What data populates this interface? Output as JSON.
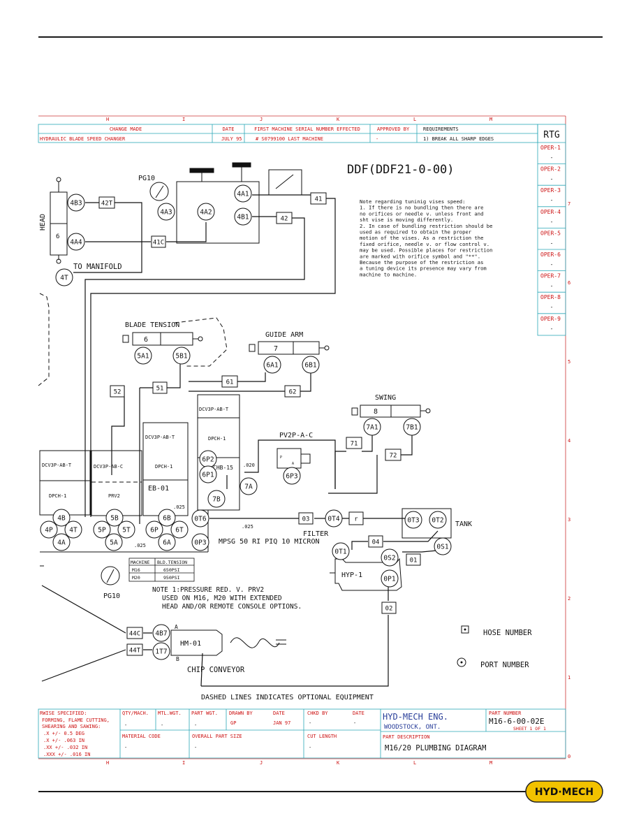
{
  "logo_text": "HYD·MECH",
  "grid_letters": [
    "H",
    "I",
    "J",
    "K",
    "L",
    "M"
  ],
  "grid_numbers": [
    "7",
    "6",
    "5",
    "4",
    "3",
    "2",
    "1",
    "0"
  ],
  "revision": {
    "headers": [
      "CHANGE MADE",
      "DATE",
      "FIRST MACHINE SERIAL NUMBER EFFECTED",
      "APPROVED BY",
      "REQUIREMENTS"
    ],
    "row": [
      "HYDRAULIC BLADE SPEED CHANGER",
      "JULY 95",
      "# S0799100 LAST MACHINE",
      "-",
      "1) BREAK ALL SHARP EDGES"
    ]
  },
  "rtg": {
    "title": "RTG",
    "items": [
      "OPER-1",
      "OPER-2",
      "OPER-3",
      "OPER-4",
      "OPER-5",
      "OPER-6",
      "OPER-7",
      "OPER-8",
      "OPER-9"
    ],
    "dash": "-"
  },
  "drawing_title": "DDF(DDF21-0-00)",
  "note_lines": [
    "Note regarding tuninig vises speed:",
    "1. If there is no bundling then there are",
    "no orifices or needle v. unless front and",
    "sht vise is moving differently.",
    "2. In case of bundling restriction should be",
    "used as required to obtain the proper",
    "motion of the vises. As a restriction the",
    "fixed orifice, needle v. or flow control v.",
    "may be used. Possible places for restriction",
    "are marked with orifice symbol and \"**\".",
    "Because the purpose of the restriction as",
    "a tuning device its presence may vary from",
    "machine to machine."
  ],
  "labels": {
    "pg10": "PG10",
    "head": "HEAD",
    "to_manifold": "TO MANIFOLD",
    "blade_tension": "BLADE TENSION",
    "guide_arm": "GUIDE ARM",
    "swing": "SWING",
    "pv2p": "PV2P-A-C",
    "chb15": "CHB-15",
    "eb01": "EB-01",
    "tank": "TANK",
    "filter": "FILTER",
    "mpsg": "MPSG 50 RI PIQ 10 MICRON",
    "hyp1": "HYP-1",
    "hm01": "HM-01",
    "chip_conveyor": "CHIP CONVEYOR",
    "a": "A",
    "b": "B",
    "p": "P",
    "a_small": "A",
    "orifice1": ".025",
    "orifice2": ".025",
    "orifice3": ".025",
    "orifice4": ".020",
    "dashed": "DASHED LINES INDICATES OPTIONAL EQUIPMENT",
    "hose_number": "HOSE NUMBER",
    "port_number": "PORT NUMBER",
    "dcv_a": "DCV3P-AB-T",
    "dpch_a": "DPCH-1",
    "dcv_b": "DCV3P-AB-C",
    "prv2": "PRV2",
    "dcv_c": "DCV3P-AB-T",
    "dpch_c": "DPCH-1",
    "dcv_d": "DCV3P-AB-T",
    "dpch_d": "DPCH-1",
    "note1_a": "NOTE 1:PRESSURE RED. V. PRV2",
    "note1_b": "USED ON M16, M20 WITH EXTENDED",
    "note1_c": "HEAD AND/OR REMOTE CONSOLE OPTIONS.",
    "cyl_6a": "6",
    "cyl_6b": "6",
    "cyl_7": "7",
    "cyl_8": "8"
  },
  "tension_table": {
    "headers": [
      "MACHINE",
      "BLD.TENSION"
    ],
    "rows": [
      [
        "M16",
        "650PSI"
      ],
      [
        "M20",
        "950PSI"
      ]
    ]
  },
  "ports": [
    "4B3",
    "4A4",
    "4T",
    "4A3",
    "4A2",
    "4A1",
    "4B1",
    "5A1",
    "5B1",
    "6A1",
    "6B1",
    "7A1",
    "7B1",
    "6P2",
    "6P1",
    "6P3",
    "7A",
    "7B",
    "4B",
    "4P",
    "4T",
    "4A",
    "5B",
    "5P",
    "5T",
    "5A",
    "6B",
    "6P",
    "6T",
    "6A",
    "0T6",
    "0P3",
    "0T4",
    "0T3",
    "0T2",
    "0T1",
    "0S2",
    "0S1",
    "0P1",
    "4B7",
    "1T7"
  ],
  "hoses": [
    "42T",
    "41C",
    "41",
    "42",
    "52",
    "51",
    "61",
    "62",
    "71",
    "72",
    "03",
    "04",
    "01",
    "02",
    "44C",
    "44T",
    "r"
  ],
  "title_block": {
    "tolerance_title": "RWISE SPECIFIED:",
    "tolerance_lines": [
      "FORMING, FLAME CUTTING,",
      "SHEARING AND SAWING:",
      ".X      +/- 0.5 DEG",
      ".X      +/- .063 IN",
      ".XX     +/- .032 IN",
      ".XXX    +/- .016 IN"
    ],
    "qty_label": "QTY/MACH.",
    "qty": "-",
    "mtl_wgt_label": "MTL.WGT.",
    "mtl_wgt": "-",
    "part_wgt_label": "PART WGT.",
    "part_wgt": "-",
    "drawn_by_label": "DRAWN BY",
    "drawn_by": "GP",
    "date_label": "DATE",
    "date": "JAN 97",
    "chkd_by_label": "CHKD BY",
    "chkd_by": "-",
    "date2_label": "DATE",
    "date2": "-",
    "company": "HYD-MECH ENG.",
    "location": "WOODSTOCK, ONT.",
    "part_number_label": "PART NUMBER",
    "part_number": "M16-6-00-02E",
    "sheet": "SHEET 1 OF 1",
    "material_code_label": "MATERIAL CODE",
    "material_code": "-",
    "overall_label": "OVERALL PART SIZE",
    "overall": "-",
    "cut_length_label": "CUT LENGTH",
    "cut_length": "-",
    "part_desc_label": "PART DESCRIPTION",
    "part_desc": "M16/20 PLUMBING DIAGRAM"
  }
}
